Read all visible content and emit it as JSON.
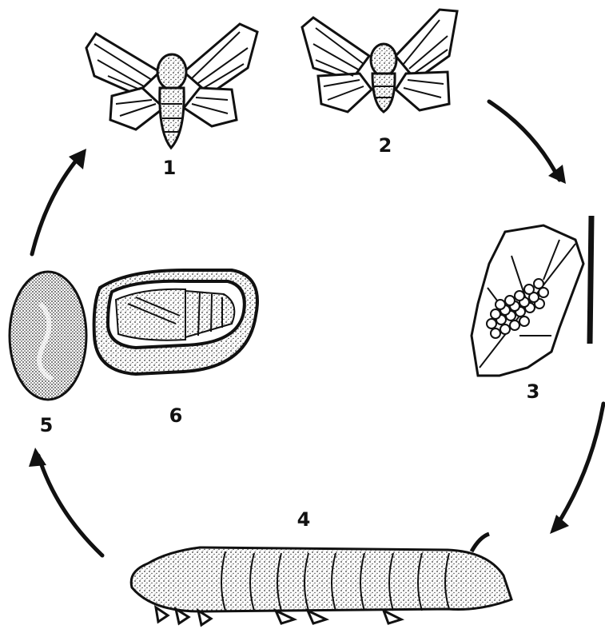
{
  "diagram": {
    "stages": [
      {
        "number": "1",
        "name": "female-moth"
      },
      {
        "number": "2",
        "name": "male-moth"
      },
      {
        "number": "3",
        "name": "eggs-on-mulberry-leaf"
      },
      {
        "number": "4",
        "name": "silkworm-larva"
      },
      {
        "number": "5",
        "name": "cocoon"
      },
      {
        "number": "6",
        "name": "pupa-inside-cocoon"
      }
    ],
    "colors": {
      "ink": "#111111",
      "background": "#ffffff",
      "stipple": "#333333"
    }
  }
}
